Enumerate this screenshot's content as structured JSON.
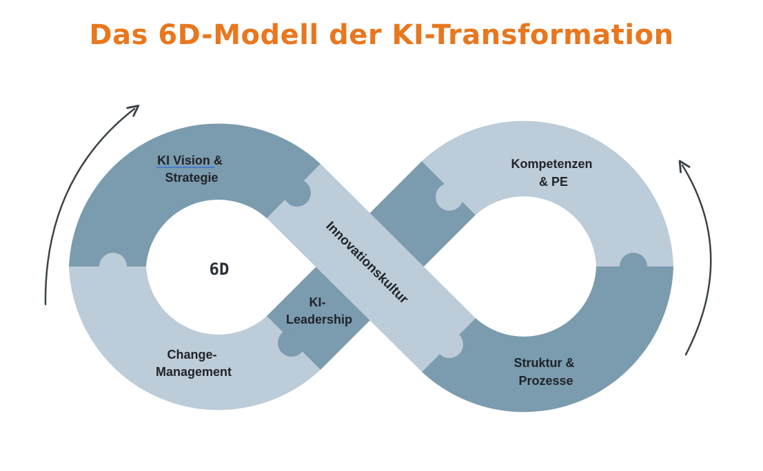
{
  "title": "Das 6D-Modell der KI-Transformation",
  "center_label": "6D",
  "colors": {
    "title": "#E8771E",
    "dark_segment": "#7B9BAE",
    "light_segment": "#BCCCD8",
    "arrow": "#3A4349",
    "text": "#1F2328"
  },
  "segments": {
    "vision": {
      "lines": [
        "KI Vision &",
        "Strategie"
      ]
    },
    "kompetenzen": {
      "lines": [
        "Kompetenzen",
        "& PE"
      ]
    },
    "change": {
      "lines": [
        "Change-",
        "Management"
      ]
    },
    "leadership": {
      "lines": [
        "KI-",
        "Leadership"
      ]
    },
    "struktur": {
      "lines": [
        "Struktur &",
        "Prozesse"
      ]
    },
    "innovation": {
      "label": "Innovationskultur"
    }
  }
}
